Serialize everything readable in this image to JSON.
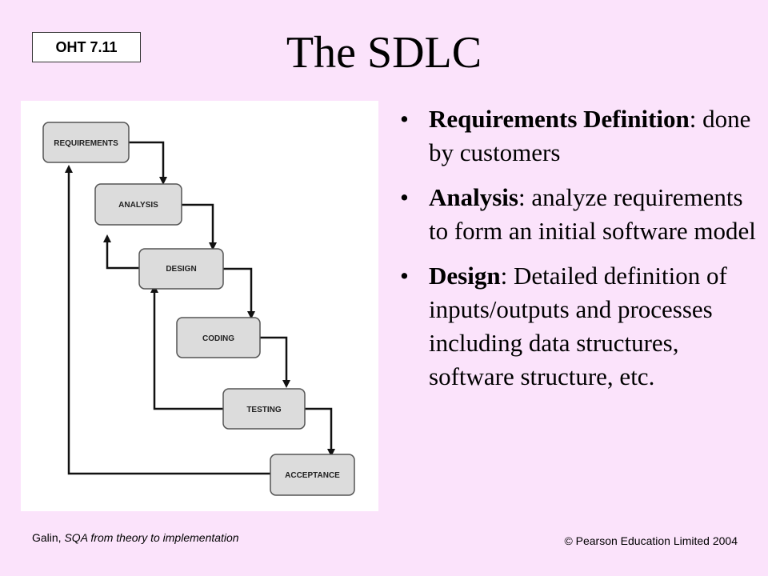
{
  "oht_label": "OHT 7.11",
  "title": "The SDLC",
  "diagram": {
    "stages": [
      "REQUIREMENTS",
      "ANALYSIS",
      "DESIGN",
      "CODING",
      "TESTING",
      "ACCEPTANCE"
    ]
  },
  "bullets": [
    {
      "term": "Requirements Definition",
      "text": ":  done by customers"
    },
    {
      "term": "Analysis",
      "text": ":  analyze requirements to form an initial software model"
    },
    {
      "term": "Design",
      "text": ": Detailed definition of inputs/outputs and processes including data structures, software structure, etc."
    }
  ],
  "bullet_glyph": "•",
  "footer": {
    "author": "Galin, ",
    "book": "SQA from theory to implementation",
    "copyright": "© Pearson Education Limited 2004"
  }
}
